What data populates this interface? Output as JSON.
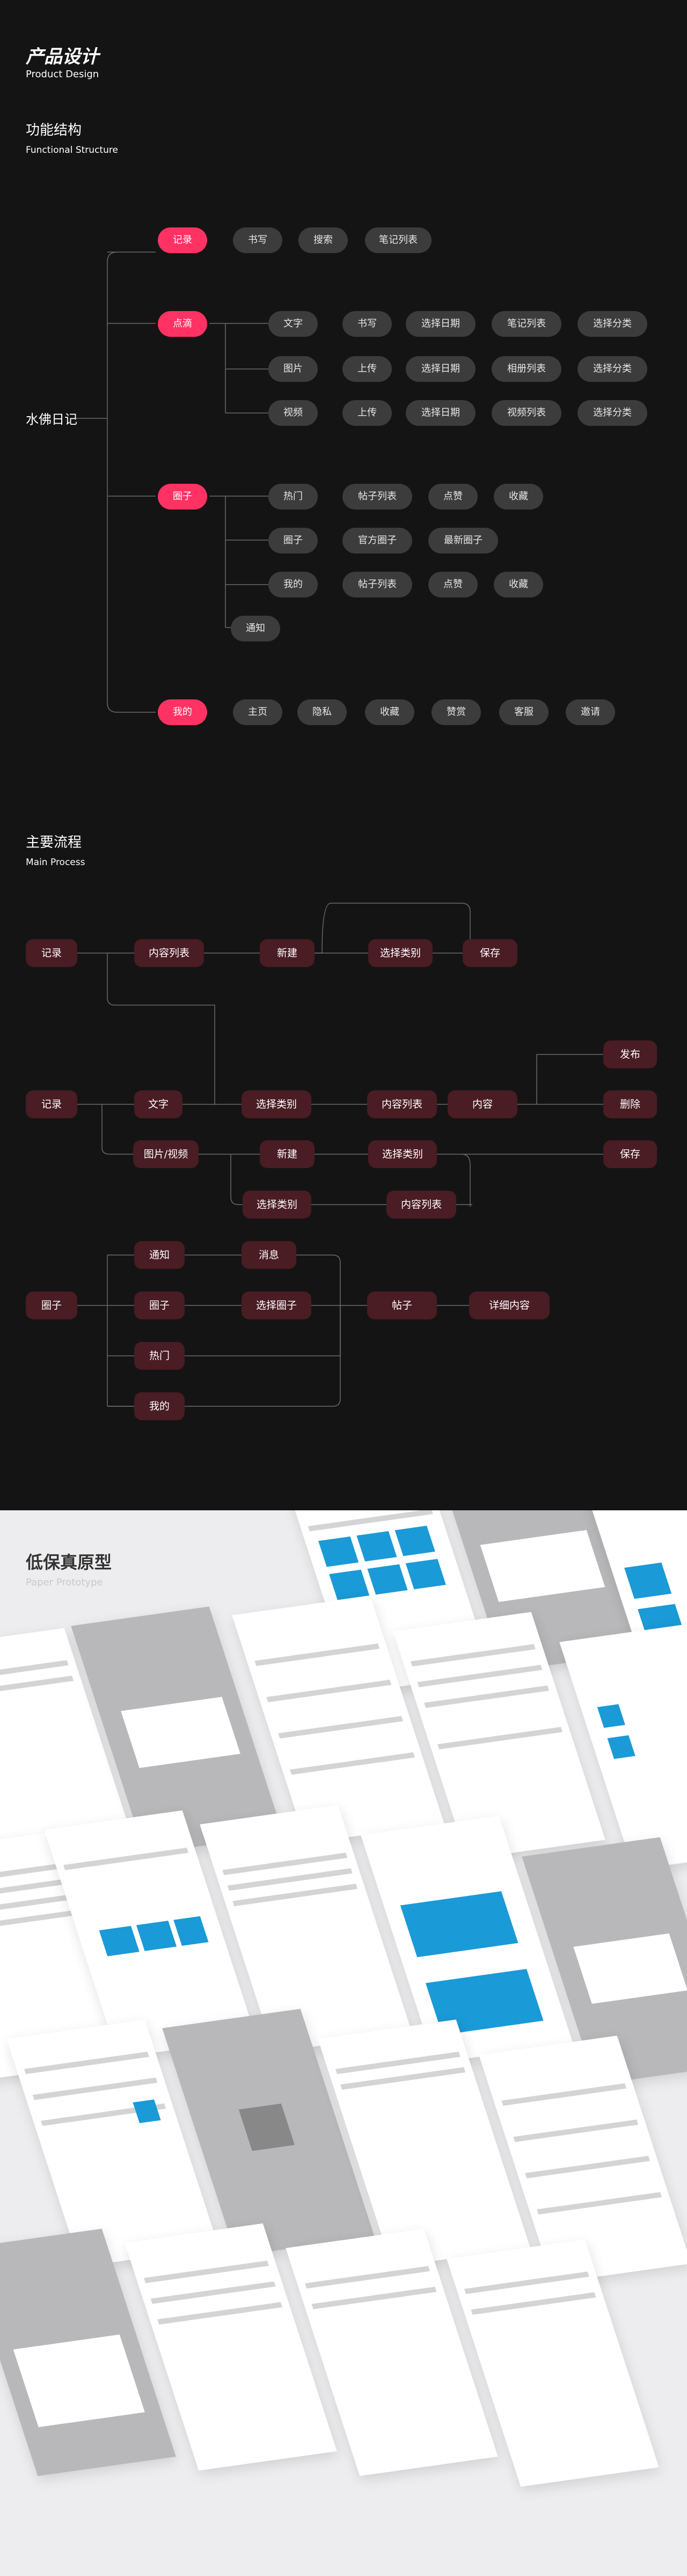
{
  "header": {
    "title": "产品设计",
    "subtitle": "Product Design"
  },
  "structure": {
    "title": "功能结构",
    "subtitle": "Functional Structure",
    "root": "水佛日记",
    "branches": {
      "record": {
        "label": "记录",
        "items": [
          "书写",
          "搜索",
          "笔记列表"
        ]
      },
      "drip": {
        "label": "点滴",
        "rows": [
          [
            "文字",
            "书写",
            "选择日期",
            "笔记列表",
            "选择分类"
          ],
          [
            "图片",
            "上传",
            "选择日期",
            "相册列表",
            "选择分类"
          ],
          [
            "视频",
            "上传",
            "选择日期",
            "视频列表",
            "选择分类"
          ]
        ]
      },
      "circle": {
        "label": "圈子",
        "rows": [
          [
            "热门",
            "帖子列表",
            "点赞",
            "收藏"
          ],
          [
            "圈子",
            "官方圈子",
            "最新圈子"
          ],
          [
            "我的",
            "帖子列表",
            "点赞",
            "收藏"
          ]
        ],
        "extra": "通知"
      },
      "mine": {
        "label": "我的",
        "items": [
          "主页",
          "隐私",
          "收藏",
          "赞赏",
          "客服",
          "邀请"
        ]
      }
    }
  },
  "process": {
    "title": "主要流程",
    "subtitle": "Main Process",
    "flow1": {
      "start": "记录",
      "list": "内容列表",
      "create": "新建",
      "category": "选择类别",
      "save": "保存"
    },
    "flow2": {
      "start": "记录",
      "text": "文字",
      "media": "图片/视频",
      "category": "选择类别",
      "list": "内容列表",
      "content": "内容",
      "publish": "发布",
      "delete": "删除",
      "create": "新建",
      "category2": "选择类别",
      "save": "保存",
      "category3": "选择类别",
      "list2": "内容列表"
    },
    "flow3": {
      "start": "圈子",
      "notice": "通知",
      "message": "消息",
      "circle": "圈子",
      "choose": "选择圈子",
      "post": "帖子",
      "detail": "详细内容",
      "hot": "热门",
      "mine": "我的"
    }
  },
  "prototype": {
    "title": "低保真原型",
    "subtitle": "Paper Prototype"
  },
  "colors": {
    "accent": "#ff3263",
    "box": "#4a1c23",
    "node": "#3c3c3c",
    "image": "#1a9ad6"
  }
}
